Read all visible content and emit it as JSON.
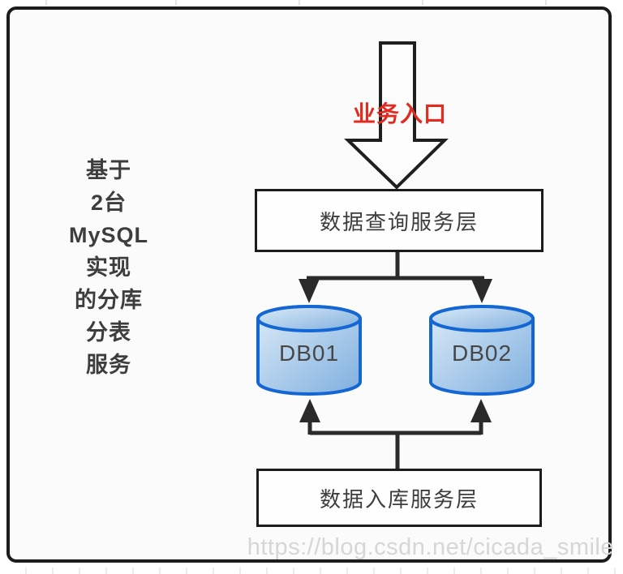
{
  "caption": {
    "lines": [
      "基于",
      "2台",
      "MySQL",
      "实现",
      "的分库",
      "分表",
      "服务"
    ]
  },
  "entry_label": {
    "text": "业务入口"
  },
  "boxes": {
    "query": {
      "label": "数据查询服务层"
    },
    "ingest": {
      "label": "数据入库服务层"
    }
  },
  "databases": [
    {
      "label": "DB01"
    },
    {
      "label": "DB02"
    }
  ],
  "watermark": {
    "text": "https://blog.csdn.net/cicada_smile"
  },
  "colors": {
    "frame_border": "#1c1c1c",
    "frame_fill": "#fbfbfb",
    "box_fill": "#fefefe",
    "text_primary": "#3d3d3d",
    "entry_red": "#e12a20",
    "line": "#2a2a2a",
    "arrow_outline": "#1f1f1f",
    "arrow_fill": "#fcfcfc",
    "cylinder_border": "#1467d3",
    "cylinder_fill_light": "#dcebf7",
    "cylinder_fill_dark": "#7fafdf",
    "watermark": "#d6d6d6"
  }
}
